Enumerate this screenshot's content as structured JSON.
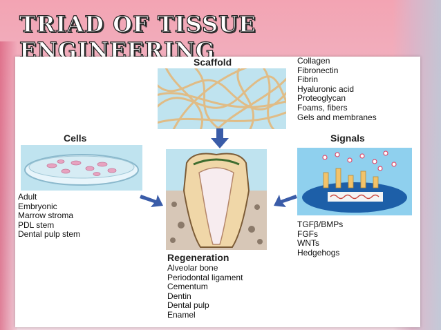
{
  "title": "TRIAD OF TISSUE ENGINEERING",
  "scaffold": {
    "label": "Scaffold",
    "items": [
      "Collagen",
      "Fibronectin",
      "Fibrin",
      "Hyaluronic acid",
      "Proteoglycan",
      "Foams, fibers",
      "Gels and membranes"
    ]
  },
  "cells": {
    "label": "Cells",
    "items": [
      "Adult",
      "Embryonic",
      "Marrow stroma",
      "PDL stem",
      "Dental pulp stem"
    ]
  },
  "signals": {
    "label": "Signals",
    "items": [
      "TGFβ/BMPs",
      "FGFs",
      "WNTs",
      "Hedgehogs"
    ]
  },
  "regeneration": {
    "label": "Regeneration",
    "items": [
      "Alveolar bone",
      "Periodontal ligament",
      "Cementum",
      "Dentin",
      "Dental pulp",
      "Enamel"
    ]
  },
  "colors": {
    "arrow": "#3a5ca8",
    "accent_pink": "#f3a4b3"
  }
}
